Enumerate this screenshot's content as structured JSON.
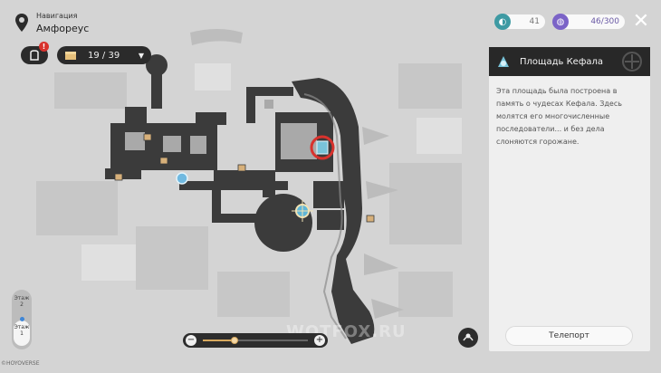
{
  "header": {
    "subtitle": "Навигация",
    "title": "Амфореус"
  },
  "toolbar": {
    "quest_badge": "!",
    "chest_count": "19 / 39"
  },
  "resources": {
    "first_value": "41",
    "second_value": "46/300"
  },
  "panel": {
    "title": "Площадь Кефала",
    "description": "Эта площадь была построена в память о чудесах Кефала. Здесь молятся его многочисленные последователи... и без дела слоняются горожане.",
    "teleport_label": "Телепорт"
  },
  "floors": [
    {
      "label": "Этаж",
      "number": "2"
    },
    {
      "label": "Этаж",
      "number": "1"
    }
  ],
  "zoom": {
    "level": 0.3
  },
  "watermark": "WOTFOX.RU",
  "stamp": "©HOYOVERSE",
  "colors": {
    "accent": "#d7a85e",
    "selection": "#d8322d",
    "panel_header": "#282828"
  }
}
